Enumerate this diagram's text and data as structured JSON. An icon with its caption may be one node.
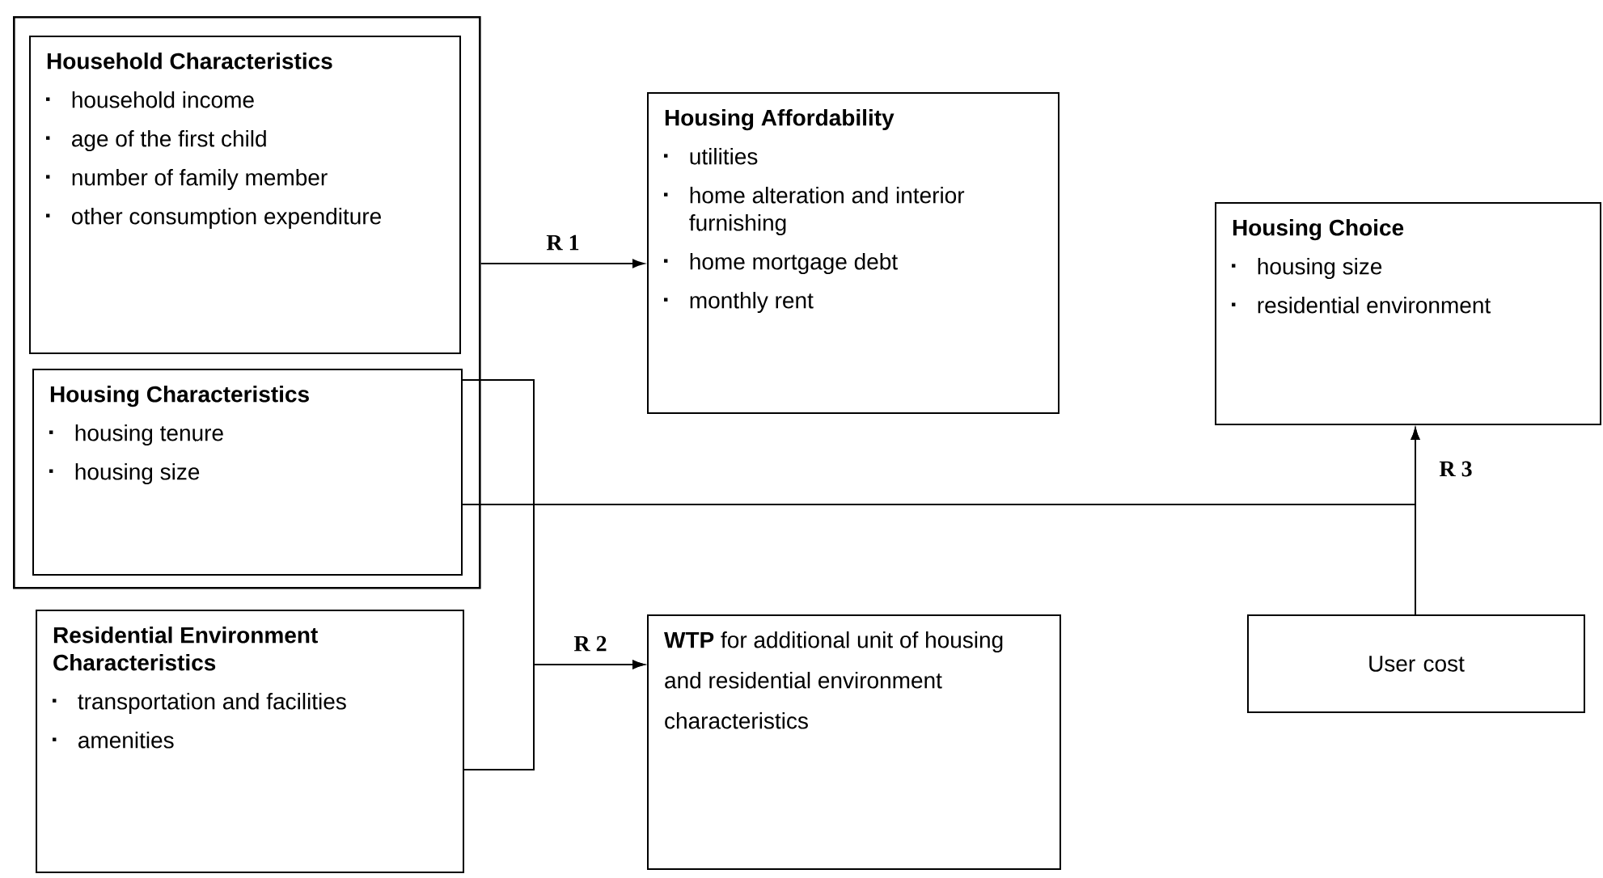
{
  "diagram": {
    "nodes": [
      {
        "text": [],
        "shape": "box"
      },
      {
        "text": [
          "Household Characteristics",
          "household income",
          "age of the first child",
          "number of family member",
          "other consumption expenditure"
        ],
        "in": 0
      },
      {
        "text": [
          "Housing Characteristics",
          "housing tenure",
          "housing size"
        ],
        "in": 0
      },
      {
        "text": [
          "Residential Environment Characteristics",
          "transportation and facilities",
          "amenities"
        ]
      },
      {
        "text": [
          "Housing Affordability",
          "utilities",
          "home alteration and interior furnishing",
          "home mortgage debt",
          "monthly rent"
        ]
      },
      {
        "text": [
          "**WTP** for additional unit of housing and residential environment characteristics"
        ]
      },
      {
        "text": [
          "Housing Choice",
          "housing size",
          "residential environment"
        ]
      },
      {
        "text": [
          "User cost"
        ]
      }
    ],
    "edges": [
      {
        "from": 0,
        "to": 4,
        "arrow": "to",
        "label": "R 1"
      },
      {
        "from": 2,
        "to": 5,
        "arrow": "to",
        "label": "R 2"
      },
      {
        "from": 3,
        "to": 5,
        "arrow": "to"
      },
      {
        "from": 2,
        "to": 6,
        "arrow": "to"
      },
      {
        "from": 7,
        "to": 6,
        "arrow": "to",
        "label": "R 3"
      }
    ]
  }
}
